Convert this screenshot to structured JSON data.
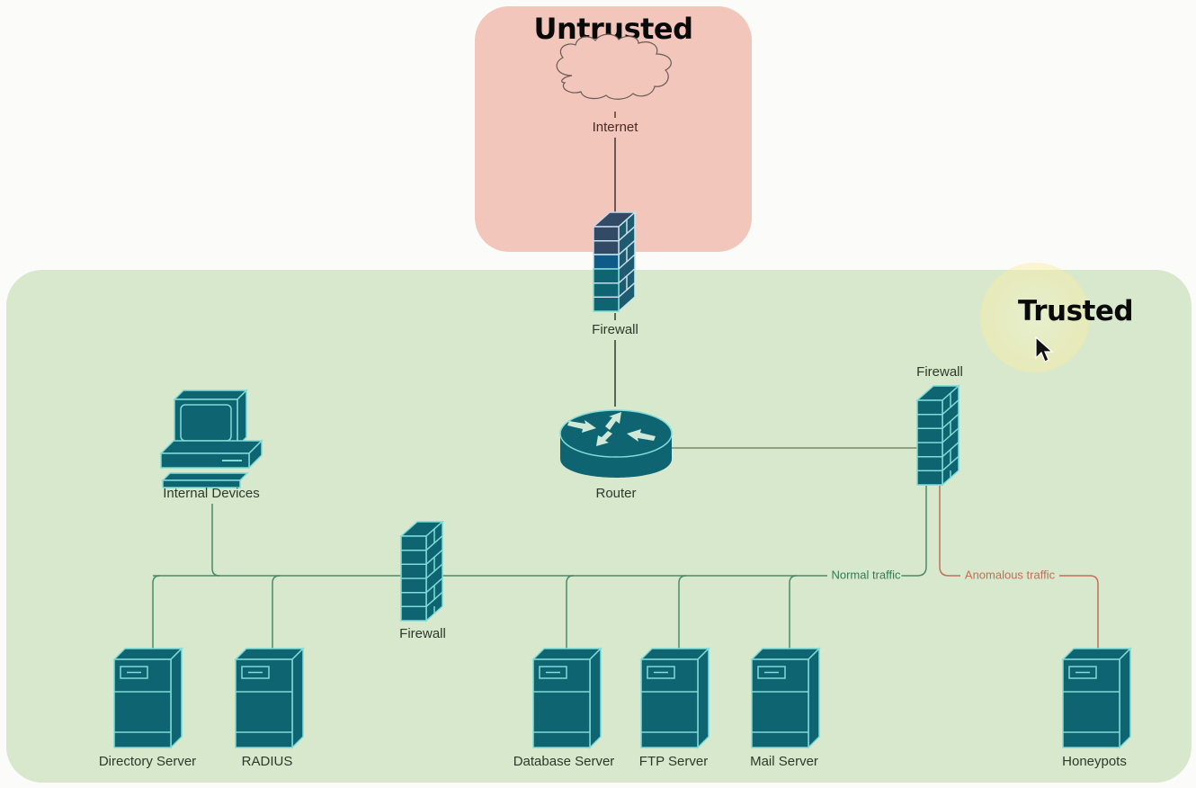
{
  "zones": {
    "untrusted": {
      "title": "Untrusted",
      "color": "#f2c6ba"
    },
    "trusted": {
      "title": "Trusted",
      "color": "#d8e8cc"
    }
  },
  "nodes": {
    "internet": {
      "label": "Internet",
      "icon": "cloud-icon"
    },
    "edge_firewall": {
      "label": "Firewall",
      "icon": "firewall-icon"
    },
    "router": {
      "label": "Router",
      "icon": "router-icon"
    },
    "right_firewall": {
      "label": "Firewall",
      "icon": "firewall-icon"
    },
    "internal_firewall": {
      "label": "Firewall",
      "icon": "firewall-icon"
    },
    "internal_devices": {
      "label": "Internal Devices",
      "icon": "workstation-icon"
    },
    "directory_server": {
      "label": "Directory Server",
      "icon": "server-icon"
    },
    "radius": {
      "label": "RADIUS",
      "icon": "server-icon"
    },
    "database_server": {
      "label": "Database Server",
      "icon": "server-icon"
    },
    "ftp_server": {
      "label": "FTP Server",
      "icon": "server-icon"
    },
    "mail_server": {
      "label": "Mail Server",
      "icon": "server-icon"
    },
    "honeypots": {
      "label": "Honeypots",
      "icon": "server-icon"
    }
  },
  "connections": {
    "normal": {
      "label": "Normal traffic",
      "color": "#2e7d55"
    },
    "anomalous": {
      "label": "Anomalous traffic",
      "color": "#c0705a"
    }
  },
  "colors": {
    "device": "#0e6470",
    "device_edge": "#7fdcd8",
    "edge_firewall_top": "#2f4a66",
    "link": "#3b4a38",
    "bus": "#4a8a68"
  }
}
